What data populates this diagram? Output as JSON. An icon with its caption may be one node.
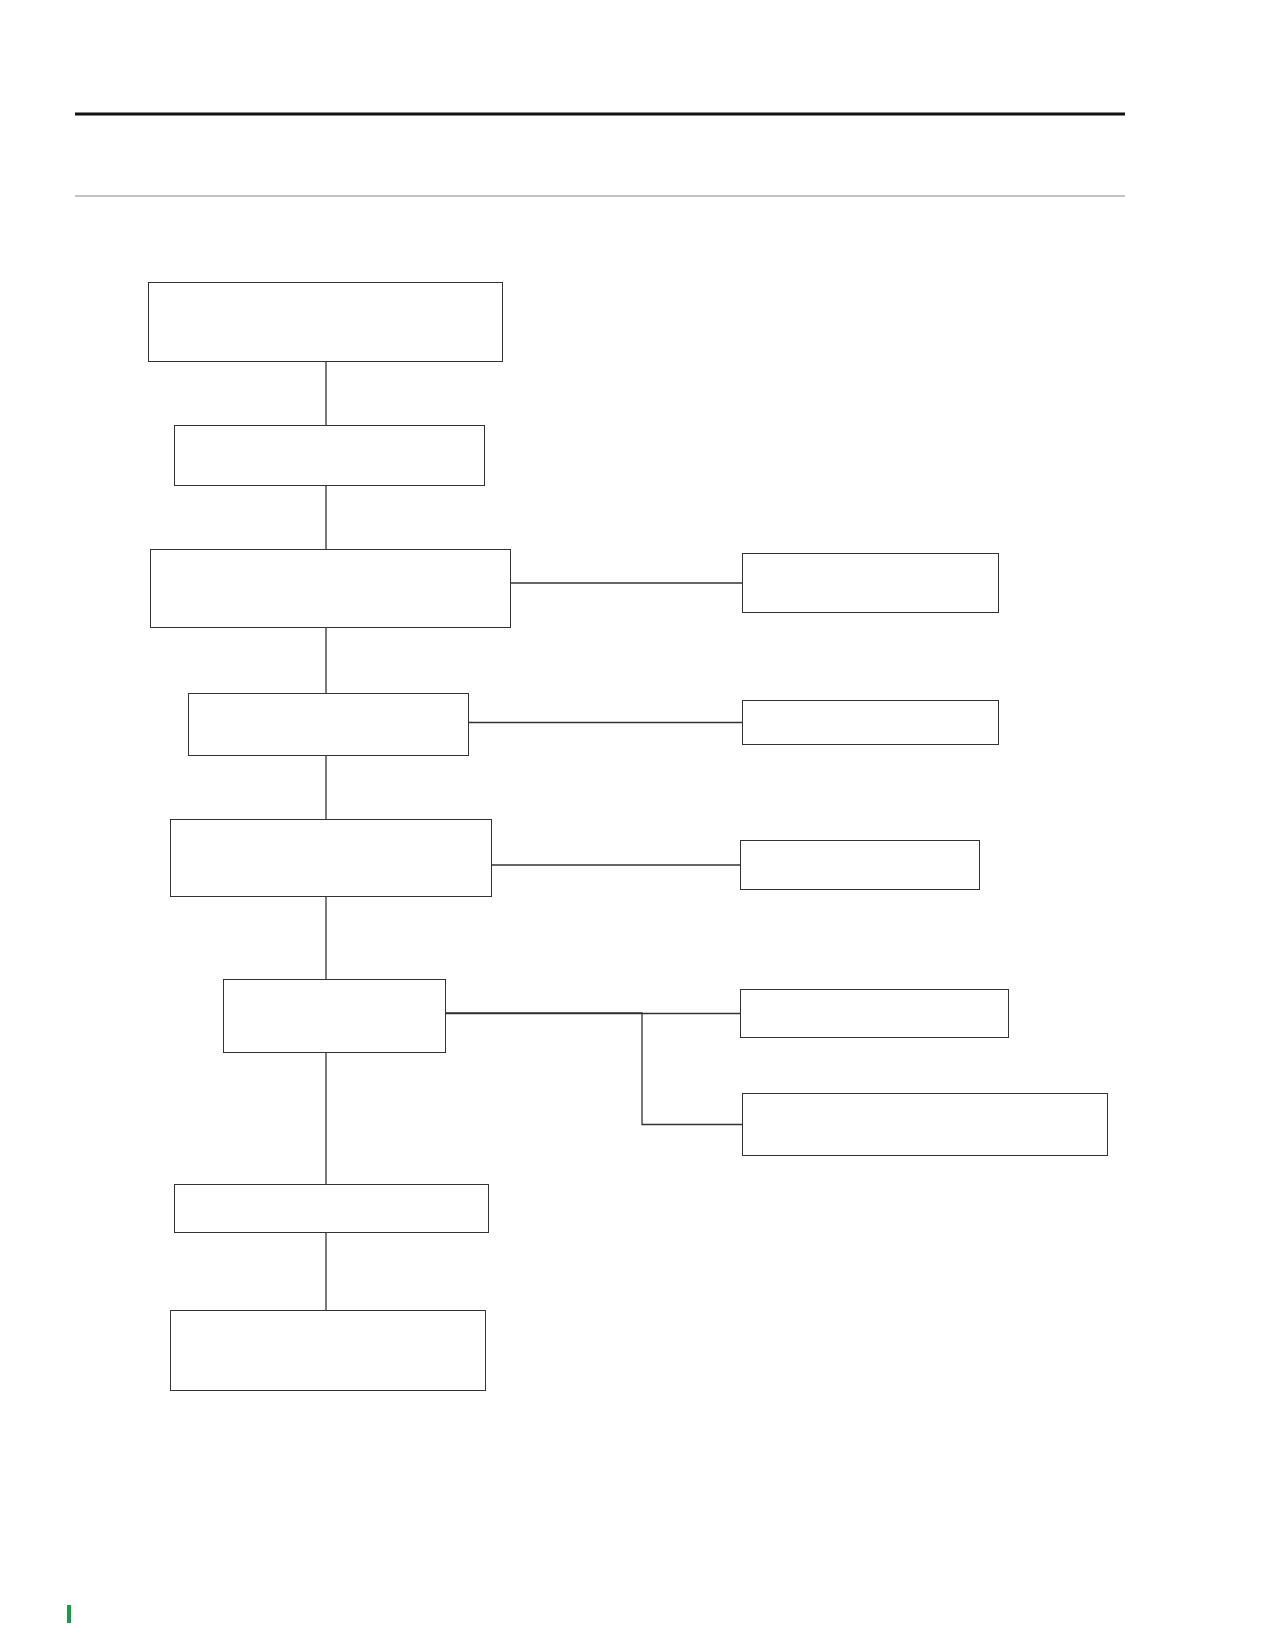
{
  "diagram": {
    "nodes": [
      {
        "text": [],
        "shape": "box"
      },
      {
        "text": [],
        "shape": "box"
      },
      {
        "text": [],
        "shape": "box"
      },
      {
        "text": [],
        "shape": "box"
      },
      {
        "text": [],
        "shape": "box"
      },
      {
        "text": [],
        "shape": "box"
      },
      {
        "text": [],
        "shape": "box"
      },
      {
        "text": [],
        "shape": "box"
      },
      {
        "text": [],
        "shape": "box"
      },
      {
        "text": [],
        "shape": "box"
      },
      {
        "text": [],
        "shape": "box"
      },
      {
        "text": [],
        "shape": "box"
      },
      {
        "text": [],
        "shape": "box"
      }
    ],
    "edges": [
      {
        "from": 0,
        "to": 1,
        "arrow": "none"
      },
      {
        "from": 1,
        "to": 2,
        "arrow": "none"
      },
      {
        "from": 2,
        "to": 3,
        "arrow": "none"
      },
      {
        "from": 2,
        "to": 4,
        "arrow": "none"
      },
      {
        "from": 4,
        "to": 5,
        "arrow": "none"
      },
      {
        "from": 4,
        "to": 6,
        "arrow": "none"
      },
      {
        "from": 6,
        "to": 7,
        "arrow": "none"
      },
      {
        "from": 6,
        "to": 8,
        "arrow": "none"
      },
      {
        "from": 8,
        "to": 9,
        "arrow": "none"
      },
      {
        "from": 8,
        "to": 10,
        "arrow": "none"
      },
      {
        "from": 8,
        "to": 11,
        "arrow": "none"
      },
      {
        "from": 11,
        "to": 12,
        "arrow": "none"
      }
    ]
  }
}
